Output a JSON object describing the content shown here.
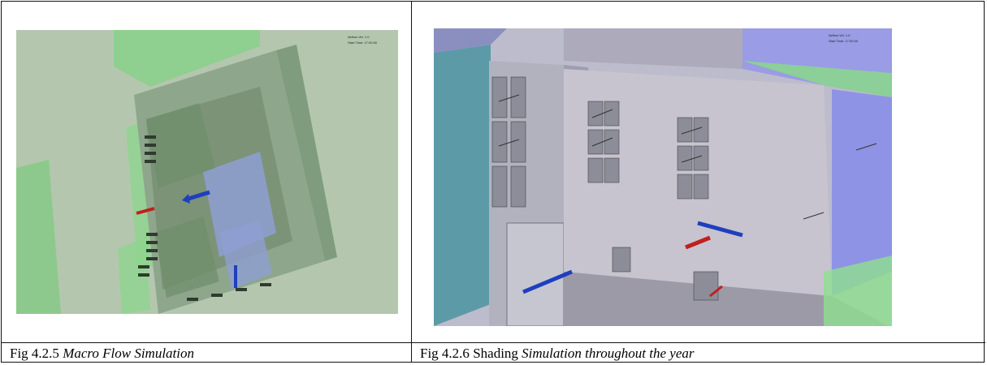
{
  "figures": [
    {
      "number": "Fig 4.2.5",
      "title": "Macro Flow Simulation",
      "overlay_text": [
        "Airflow Vel. 1.0",
        "Start Time: 17:00:00"
      ]
    },
    {
      "number": "Fig 4.2.6",
      "title_plain": "Shading",
      "title_italic": "Simulation throughout the year",
      "overlay_text": [
        "Airflow Vel. 1.0",
        "Start Time: 17:00:00"
      ]
    }
  ],
  "colors": {
    "border": "#111111",
    "model_green": "#7fbf7f",
    "model_grey": "#a9a9ac",
    "flow_blue": "#1f3fbf",
    "flow_red": "#c02020"
  }
}
